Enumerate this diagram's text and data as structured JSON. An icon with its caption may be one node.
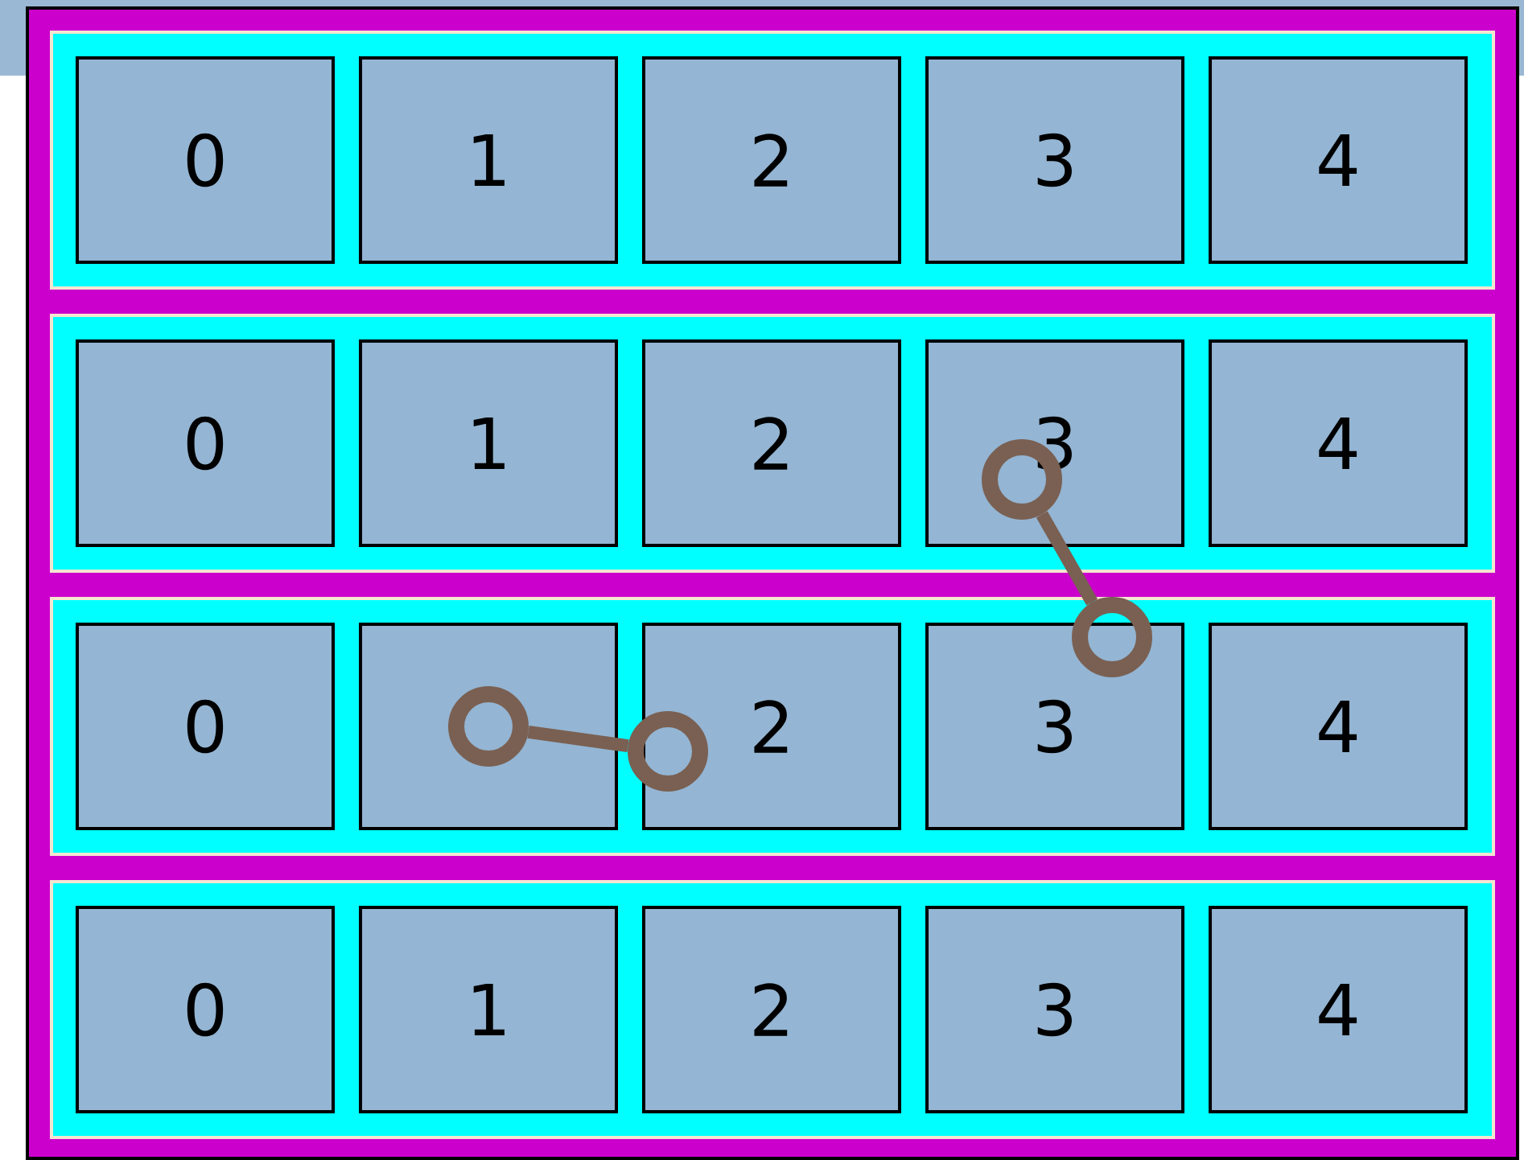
{
  "diagram": {
    "nodes": [
      {
        "text": [],
        "shape": "box"
      },
      {
        "text": [],
        "shape": "box",
        "in": 0
      },
      {
        "text": [
          "0"
        ],
        "in": 1
      },
      {
        "text": [
          "1"
        ],
        "in": 1
      },
      {
        "text": [
          "2"
        ],
        "in": 1
      },
      {
        "text": [
          "3"
        ],
        "in": 1
      },
      {
        "text": [
          "4"
        ],
        "in": 1
      },
      {
        "text": [],
        "shape": "box",
        "in": 0
      },
      {
        "text": [
          "0"
        ],
        "in": 7
      },
      {
        "text": [
          "1"
        ],
        "in": 7
      },
      {
        "text": [
          "2"
        ],
        "in": 7
      },
      {
        "text": [
          "3"
        ],
        "in": 7
      },
      {
        "text": [
          "4"
        ],
        "in": 7
      },
      {
        "text": [],
        "shape": "box",
        "in": 0
      },
      {
        "text": [
          "0"
        ],
        "in": 13
      },
      {
        "text": [],
        "shape": "box",
        "in": 13
      },
      {
        "text": [
          "2"
        ],
        "in": 13
      },
      {
        "text": [
          "3"
        ],
        "in": 13
      },
      {
        "text": [
          "4"
        ],
        "in": 13
      },
      {
        "text": [],
        "shape": "box",
        "in": 0
      },
      {
        "text": [
          "0"
        ],
        "in": 19
      },
      {
        "text": [
          "1"
        ],
        "in": 19
      },
      {
        "text": [
          "2"
        ],
        "in": 19
      },
      {
        "text": [
          "3"
        ],
        "in": 19
      },
      {
        "text": [
          "4"
        ],
        "in": 19
      }
    ],
    "edges": [
      {
        "from": 11,
        "to": 17,
        "arrow": "other"
      },
      {
        "from": 15,
        "to": 16,
        "arrow": "other"
      }
    ]
  }
}
